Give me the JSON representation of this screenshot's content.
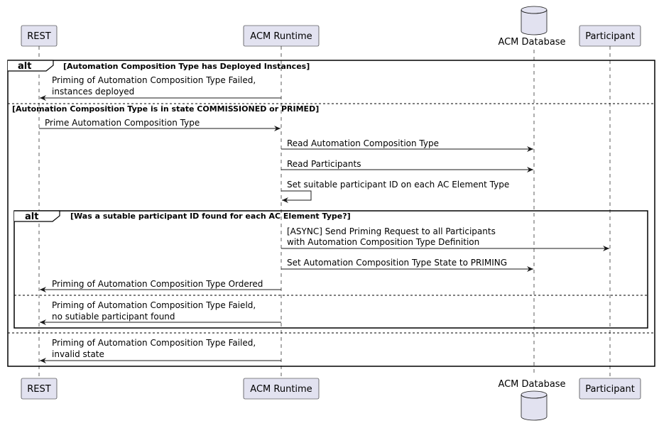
{
  "participants": {
    "rest": "REST",
    "runtime": "ACM Runtime",
    "database": "ACM Database",
    "participant": "Participant"
  },
  "outer_alt": {
    "keyword": "alt",
    "guard1": "[Automation Composition Type has Deployed Instances]",
    "guard2": "[Automation Composition Type is in state COMMISSIONED or PRIMED]"
  },
  "inner_alt": {
    "keyword": "alt",
    "guard1": "[Was a sutable participant ID found for each AC Element Type?]"
  },
  "messages": {
    "m1_l1": "Priming of Automation Composition Type Failed,",
    "m1_l2": "instances deployed",
    "m2": "Prime Automation Composition Type",
    "m3": "Read Automation Composition Type",
    "m4": "Read Participants",
    "m5": "Set suitable participant ID on each AC Element Type",
    "m6_l1": "[ASYNC] Send Priming Request to all Participants",
    "m6_l2": "with Automation Composition Type Definition",
    "m7": "Set Automation Composition Type State to PRIMING",
    "m8": "Priming of Automation Composition Type Ordered",
    "m9_l1": "Priming of Automation Composition Type Faield,",
    "m9_l2": "no sutiable participant found",
    "m10_l1": "Priming of Automation Composition Type Failed,",
    "m10_l2": "invalid state"
  },
  "colors": {
    "participant_fill": "#e2e2f0",
    "participant_stroke": "#181818",
    "lifeline": "#181818",
    "frame": "#000000"
  }
}
